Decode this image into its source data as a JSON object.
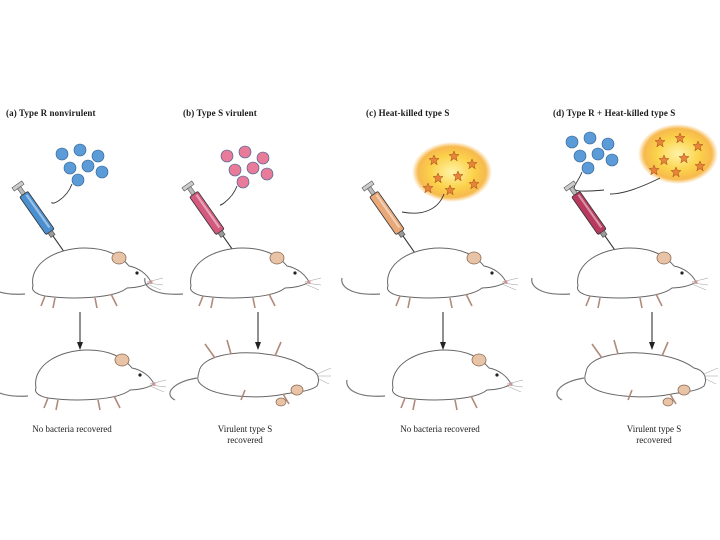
{
  "panels": [
    {
      "id": "a",
      "label": "(a)  Type R nonvirulent",
      "result": [
        "No bacteria recovered"
      ],
      "outcome": "alive",
      "injected": "rough",
      "syringe_color": "#4a8fd0"
    },
    {
      "id": "b",
      "label": "(b)  Type S virulent",
      "result": [
        "Virulent type S",
        "recovered"
      ],
      "outcome": "dead",
      "injected": "smooth",
      "syringe_color": "#d35a7e"
    },
    {
      "id": "c",
      "label": "(c)  Heat-killed type S",
      "result": [
        "No bacteria recovered"
      ],
      "outcome": "alive",
      "injected": "heat-killed",
      "syringe_color": "#e8a878"
    },
    {
      "id": "d",
      "label": "(d)  Type R  +  Heat-killed type S",
      "result": [
        "Virulent type S",
        "recovered"
      ],
      "outcome": "dead",
      "injected": "mixed",
      "syringe_color": "#b83a5e"
    }
  ],
  "colors": {
    "type_r_cell": "#5b9bd8",
    "type_s_cell": "#e87a9a",
    "heat_killed_glow": "#fbd24a",
    "heat_killed_cell": "#e8833a"
  }
}
